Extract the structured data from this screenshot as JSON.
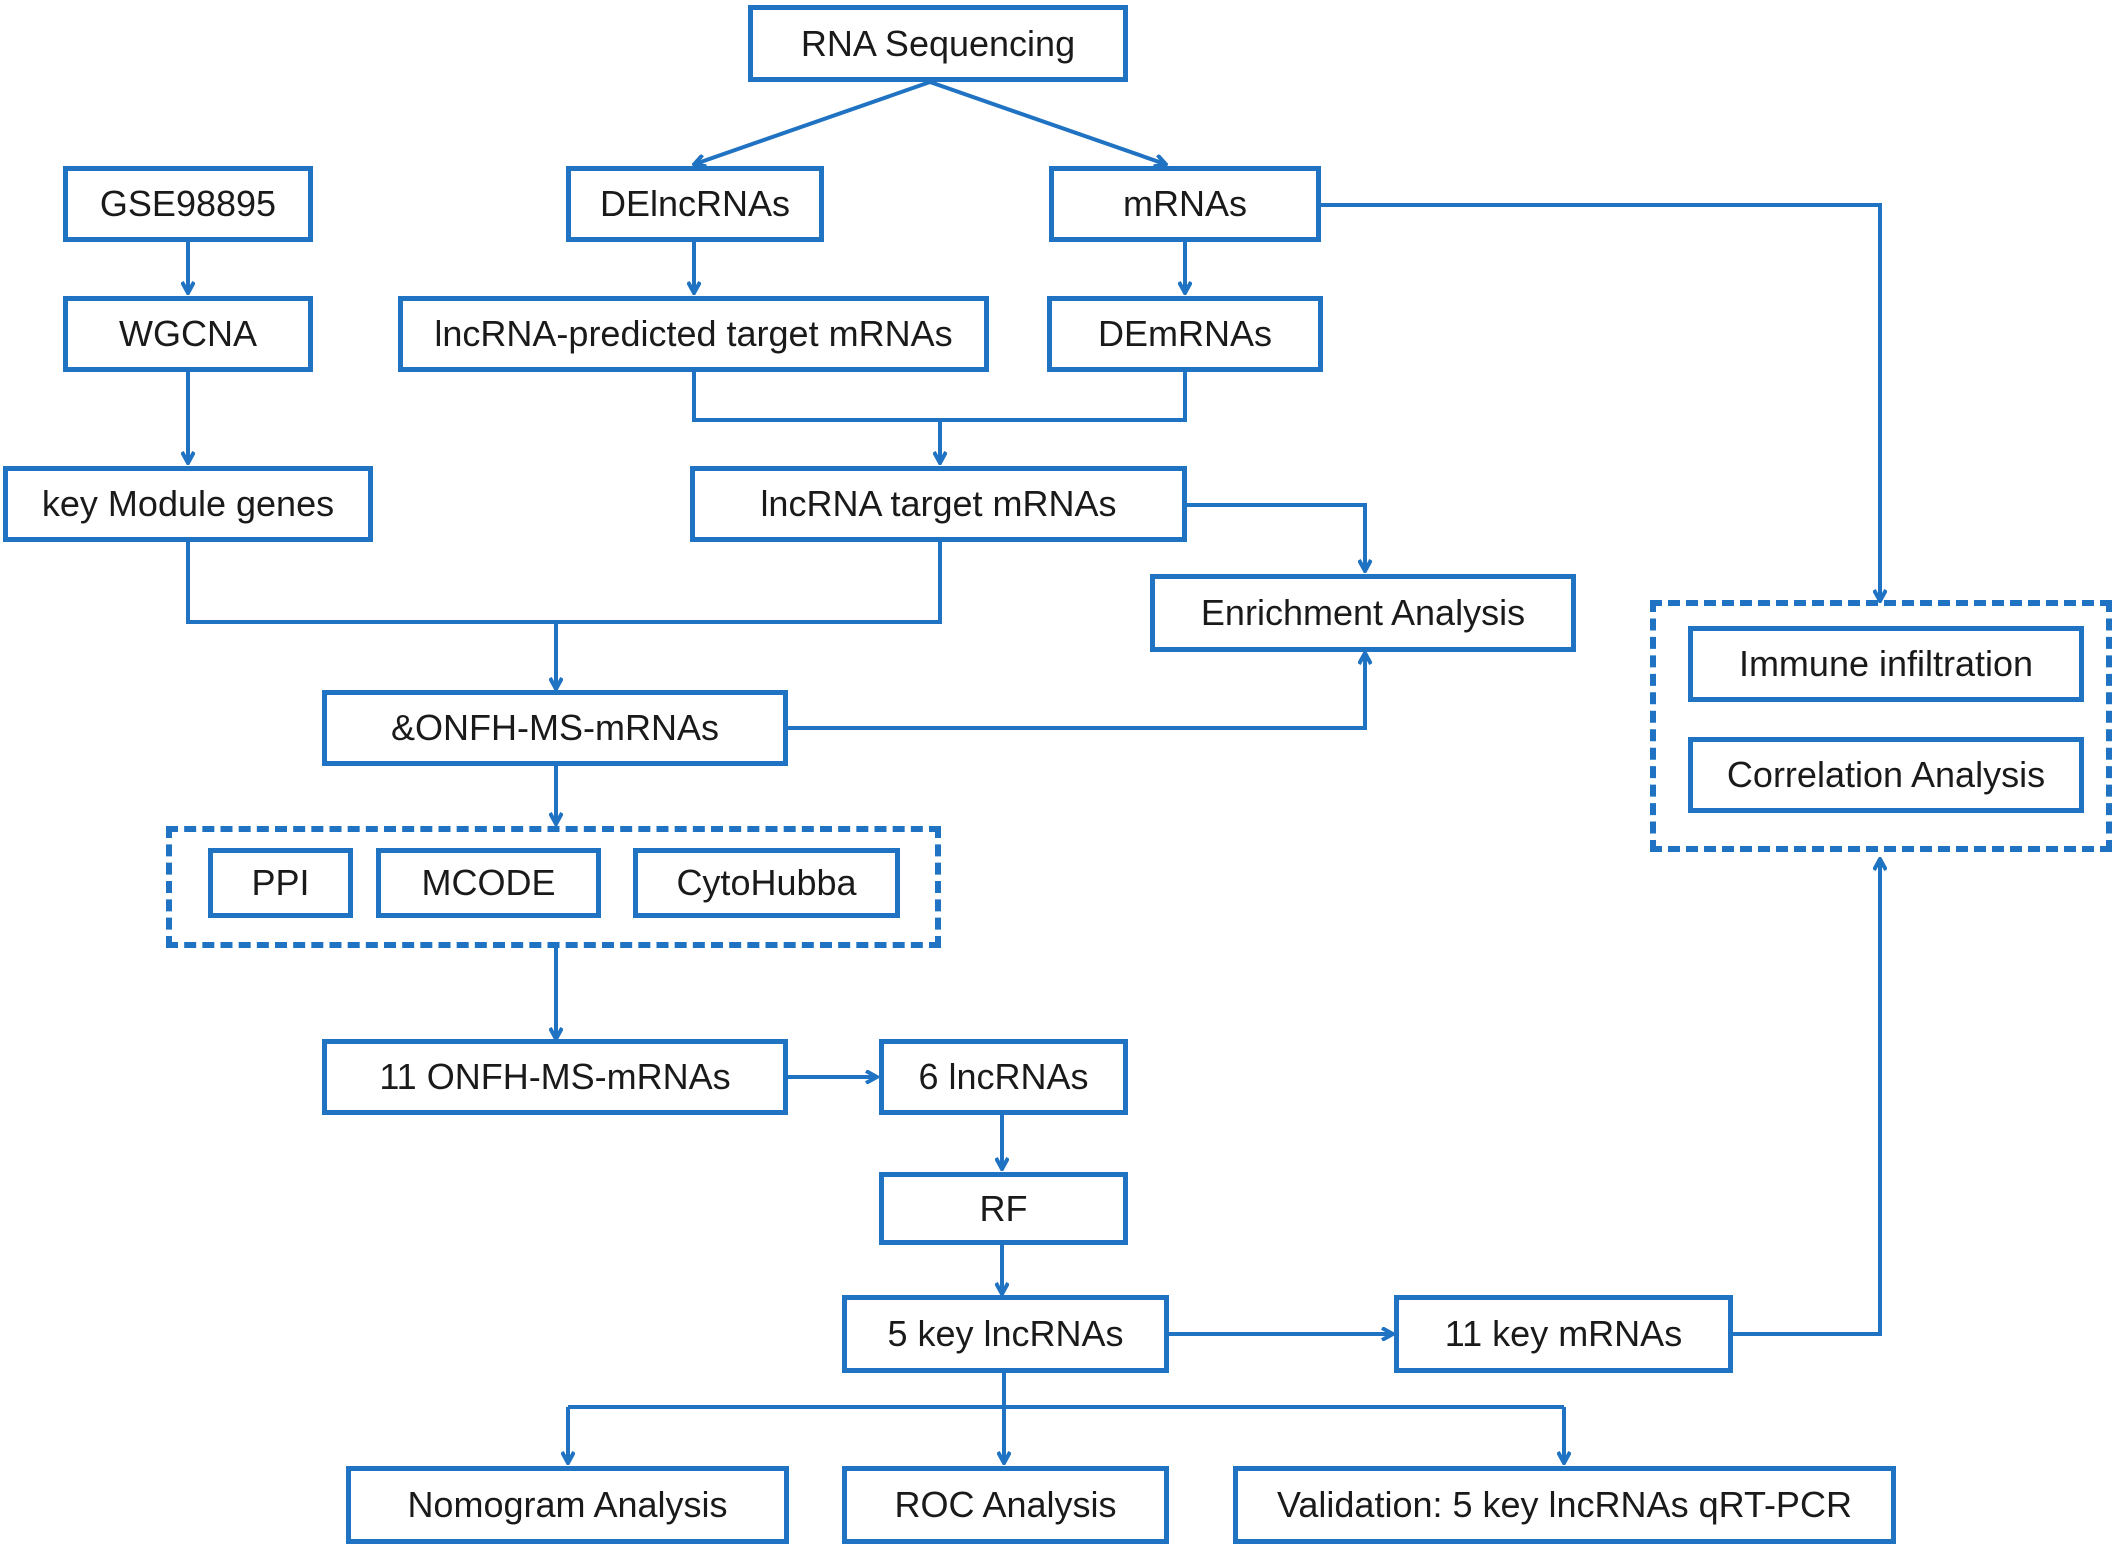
{
  "colors": {
    "accent": "#1f73c2",
    "text": "#1a1a1a"
  },
  "nodes": {
    "rna_seq": "RNA Sequencing",
    "gse": "GSE98895",
    "delnc": "DElncRNAs",
    "mrnas": "mRNAs",
    "wgcna": "WGCNA",
    "predicted": "lncRNA-predicted target mRNAs",
    "demrnas": "DEmRNAs",
    "keymodule": "key Module genes",
    "lnctarget": "lncRNA target mRNAs",
    "enrichment": "Enrichment Analysis",
    "onfh": "&ONFH-MS-mRNAs",
    "ppi": "PPI",
    "mcode": "MCODE",
    "cytohubba": "CytoHubba",
    "immune": "Immune infiltration",
    "correlation": "Correlation Analysis",
    "onfh11": "11 ONFH-MS-mRNAs",
    "lnc6": "6 lncRNAs",
    "rf": "RF",
    "keylnc5": "5 key lncRNAs",
    "keym11": "11 key mRNAs",
    "nomogram": "Nomogram Analysis",
    "roc": "ROC Analysis",
    "validation": "Validation: 5 key lncRNAs qRT-PCR"
  }
}
